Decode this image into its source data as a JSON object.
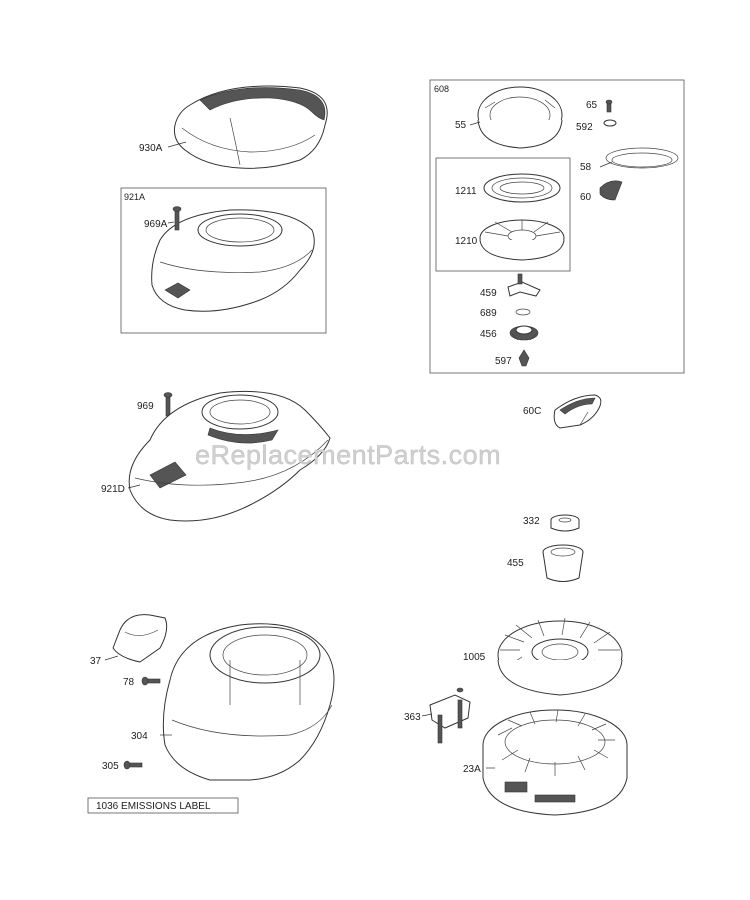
{
  "watermark": "eReplacementParts.com",
  "emissions_label": "1036 EMISSIONS LABEL",
  "groups": {
    "g921A": "921A",
    "g608": "608"
  },
  "labels": {
    "p930A": "930A",
    "p969A": "969A",
    "p969": "969",
    "p921D": "921D",
    "p37": "37",
    "p78": "78",
    "p304": "304",
    "p305": "305",
    "p55": "55",
    "p65": "65",
    "p592": "592",
    "p1211": "1211",
    "p58": "58",
    "p60": "60",
    "p1210": "1210",
    "p459": "459",
    "p689": "689",
    "p456": "456",
    "p597": "597",
    "p60C": "60C",
    "p332": "332",
    "p455": "455",
    "p1005": "1005",
    "p363": "363",
    "p23A": "23A"
  }
}
